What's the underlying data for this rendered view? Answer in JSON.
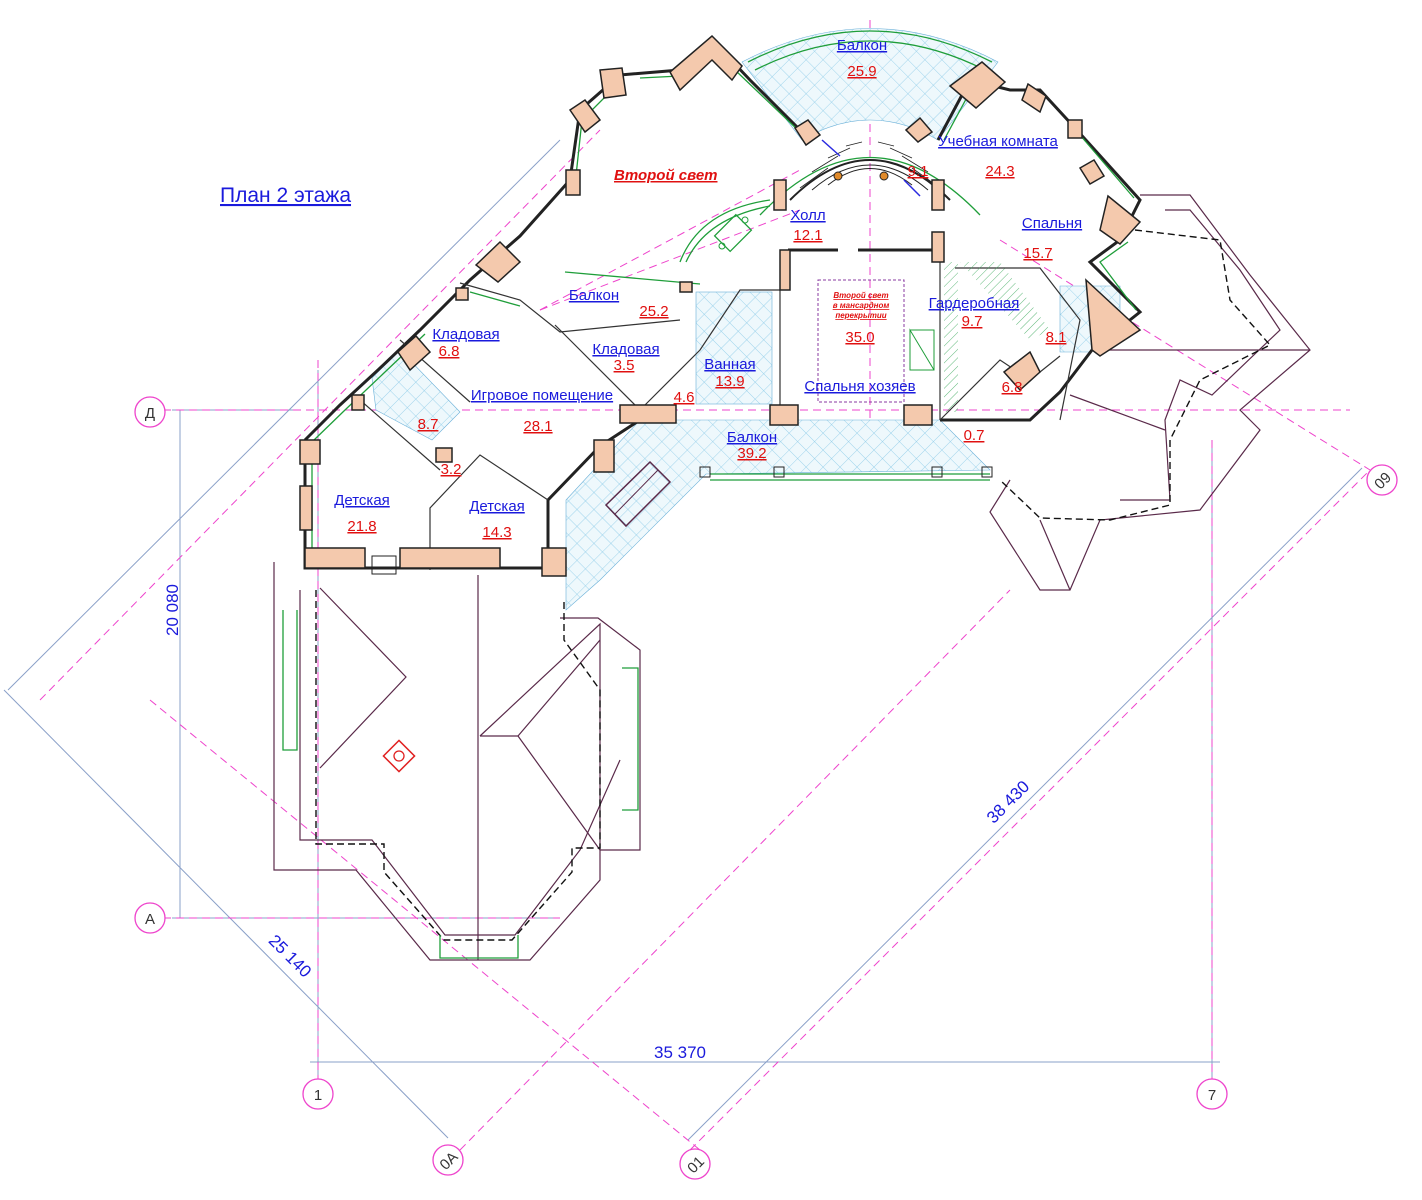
{
  "plan": {
    "title": "План  2 этажа",
    "second_light": "Второй свет",
    "attic_note": [
      "Второй свет",
      "в мансардном",
      "перекрытии"
    ]
  },
  "rooms": [
    {
      "name": "Балкон",
      "area": "25.9"
    },
    {
      "name": "Учебная комната",
      "area": "24.3"
    },
    {
      "name": "",
      "area": "9.1"
    },
    {
      "name": "Холл",
      "area": "12.1"
    },
    {
      "name": "Спальня",
      "area": "15.7"
    },
    {
      "name": "Балкон",
      "area": "25.2"
    },
    {
      "name": "Кладовая",
      "area": "6.8"
    },
    {
      "name": "Кладовая",
      "area": "3.5"
    },
    {
      "name": "Ванная",
      "area": "13.9"
    },
    {
      "name": "",
      "area": "35.0"
    },
    {
      "name": "Гардеробная",
      "area": "9.7"
    },
    {
      "name": "",
      "area": "8.1"
    },
    {
      "name": "Спальня хозяев",
      "area": ""
    },
    {
      "name": "",
      "area": "6.8"
    },
    {
      "name": "Игровое помещение",
      "area": "28.1"
    },
    {
      "name": "",
      "area": "8.7"
    },
    {
      "name": "",
      "area": "4.6"
    },
    {
      "name": "",
      "area": "0.7"
    },
    {
      "name": "Балкон",
      "area": "39.2"
    },
    {
      "name": "",
      "area": "3.2"
    },
    {
      "name": "Детская",
      "area": "21.8"
    },
    {
      "name": "Детская",
      "area": "14.3"
    }
  ],
  "dimensions": {
    "overall_height": "20 080",
    "overall_width": "35 370",
    "diagonal_left": "25 140",
    "diagonal_right": "38 430"
  },
  "axes": {
    "d": "Д",
    "a": "А",
    "one": "1",
    "seven": "7",
    "zero_a": "0А",
    "zero_one": "01",
    "zero_nine": "09"
  }
}
